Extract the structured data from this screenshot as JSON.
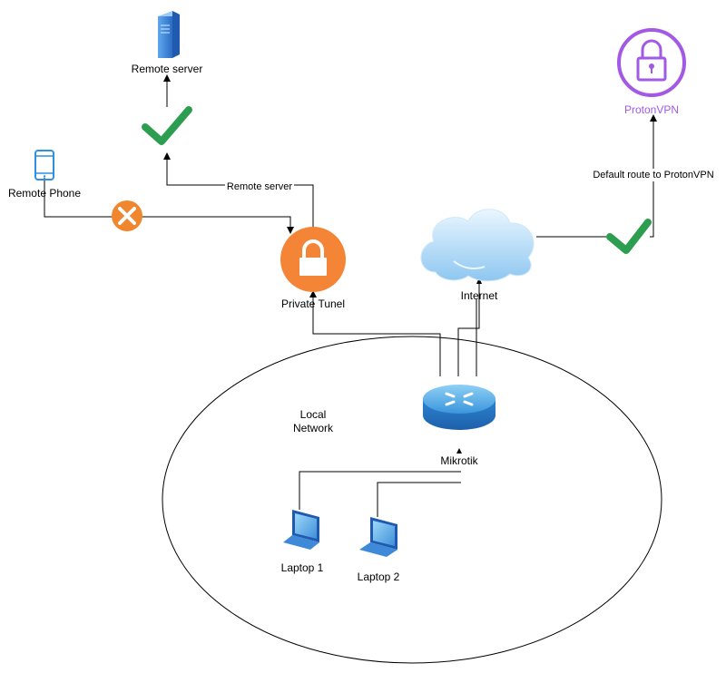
{
  "diagram": {
    "nodes": {
      "remote_server": {
        "label": "Remote server",
        "icon": "server-icon"
      },
      "remote_phone": {
        "label": "Remote Phone",
        "icon": "phone-icon"
      },
      "private_tunnel": {
        "label": "Private Tunel",
        "icon": "lock-icon"
      },
      "internet": {
        "label": "Internet",
        "icon": "cloud-icon"
      },
      "protonvpn": {
        "label": "ProtonVPN",
        "icon": "lock-icon"
      },
      "local_network": {
        "label_line1": "Local",
        "label_line2": "Network"
      },
      "mikrotik": {
        "label": "Mikrotik",
        "icon": "router-icon"
      },
      "laptop_1": {
        "label": "Laptop 1",
        "icon": "laptop-icon"
      },
      "laptop_2": {
        "label": "Laptop 2",
        "icon": "laptop-icon"
      }
    },
    "edges": {
      "tunnel_to_server": {
        "label": "Remote server",
        "status": "allowed"
      },
      "phone_to_tunnel": {
        "status": "blocked"
      },
      "internet_to_vpn": {
        "label": "Default route to ProtonVPN",
        "status": "allowed"
      }
    },
    "colors": {
      "line": "#000000",
      "check": "#2D9E4F",
      "block": "#F0862E",
      "tunnel": "#F58536",
      "vpn": "#A259E6",
      "phone": "#2F8FE0",
      "server": "#3A7FD6",
      "cloud": "#A9D4F5"
    }
  }
}
